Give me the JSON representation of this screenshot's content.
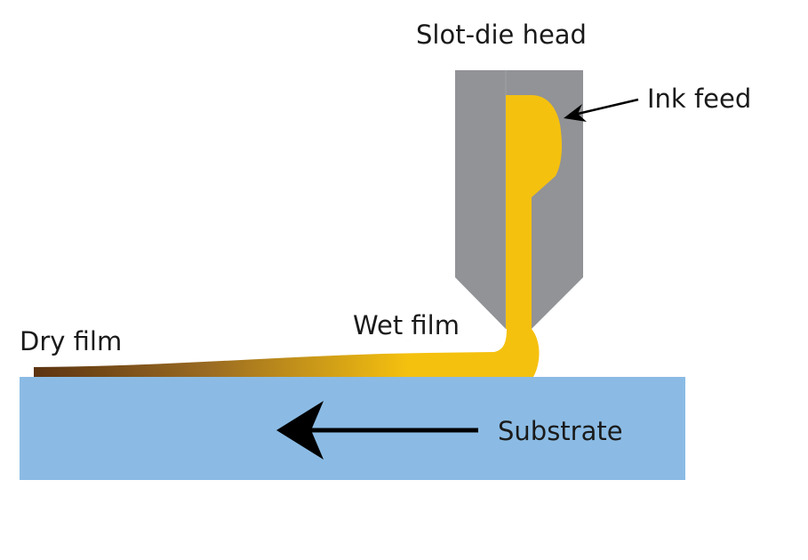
{
  "labels": {
    "slot_die_head": "Slot-die head",
    "ink_feed": "Ink feed",
    "wet_film": "Wet film",
    "dry_film": "Dry film",
    "substrate": "Substrate"
  },
  "colors": {
    "head": "#929397",
    "ink": "#f5c10f",
    "dry_film": "#5c3411",
    "substrate": "#8bbbe4",
    "arrow": "#000000"
  }
}
